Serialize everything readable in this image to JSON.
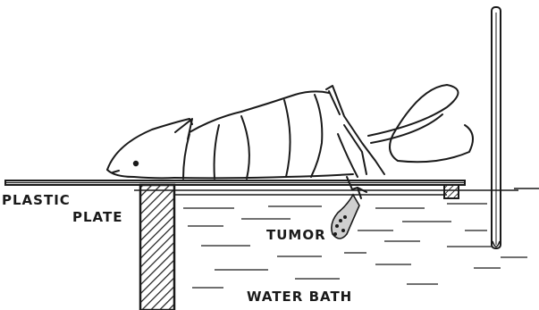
{
  "labels": {
    "plastic": "PLASTIC",
    "plate": "PLATE",
    "tumor": "TUMOR",
    "water_bath": "WATER BATH"
  },
  "colors": {
    "ink": "#1a1a1a",
    "background": "#ffffff"
  }
}
